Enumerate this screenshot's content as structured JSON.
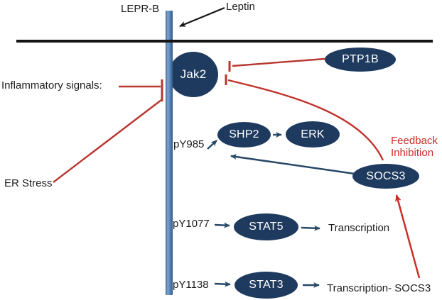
{
  "diagram": {
    "receptor_label": "LEPR-B",
    "ligand_label": "Leptin",
    "inflammatory_label": "Inflammatory signals:",
    "er_stress_label": "ER Stress",
    "phospho_sites": {
      "py985": "pY985",
      "py1077": "pY1077",
      "py1138": "pY1138"
    },
    "nodes": {
      "jak2": "Jak2",
      "shp2": "SHP2",
      "erk": "ERK",
      "ptp1b": "PTP1B",
      "socs3": "SOCS3",
      "stat5": "STAT5",
      "stat3": "STAT3"
    },
    "outputs": {
      "stat5_output": "Transcription",
      "stat3_output": "Transcription- SOCS3"
    },
    "feedback": {
      "line1": "Feedback",
      "line2": "Inhibition"
    },
    "colors": {
      "node_fill": "#1f3a5f",
      "node_text": "#ffffff",
      "receptor_fill": "#4f81bd",
      "inhibition_red": "#b8362f",
      "feedback_text_red": "#cb2e28",
      "signal_navy": "#274866",
      "membrane_black": "#151515",
      "background": "#ffffff"
    }
  }
}
